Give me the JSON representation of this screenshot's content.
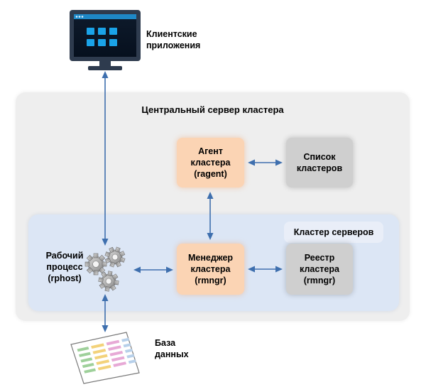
{
  "clients": {
    "label_line1": "Клиентские",
    "label_line2": "приложения",
    "icon": "monitor-icon"
  },
  "central_server": {
    "title": "Центральный сервер кластера"
  },
  "agent": {
    "line1": "Агент",
    "line2": "кластера",
    "line3": "(ragent)"
  },
  "cluster_list": {
    "line1": "Список",
    "line2": "кластеров"
  },
  "server_cluster": {
    "label": "Кластер серверов"
  },
  "manager": {
    "line1": "Менеджер",
    "line2": "кластера",
    "line3": "(rmngr)"
  },
  "registry": {
    "line1": "Реестр",
    "line2": "кластера",
    "line3": "(rmngr)"
  },
  "worker": {
    "line1": "Рабочий",
    "line2": "процесс",
    "line3": "(rphost)",
    "icon": "gears-icon"
  },
  "database": {
    "line1": "База",
    "line2": "данных",
    "icon": "database-sheet-icon"
  },
  "colors": {
    "arrow": "#3e6fae",
    "process_box": "#fbd4b4",
    "storage_box": "#cfcfcf",
    "cluster_panel": "#dce6f5",
    "central_panel": "#eeeeee"
  }
}
